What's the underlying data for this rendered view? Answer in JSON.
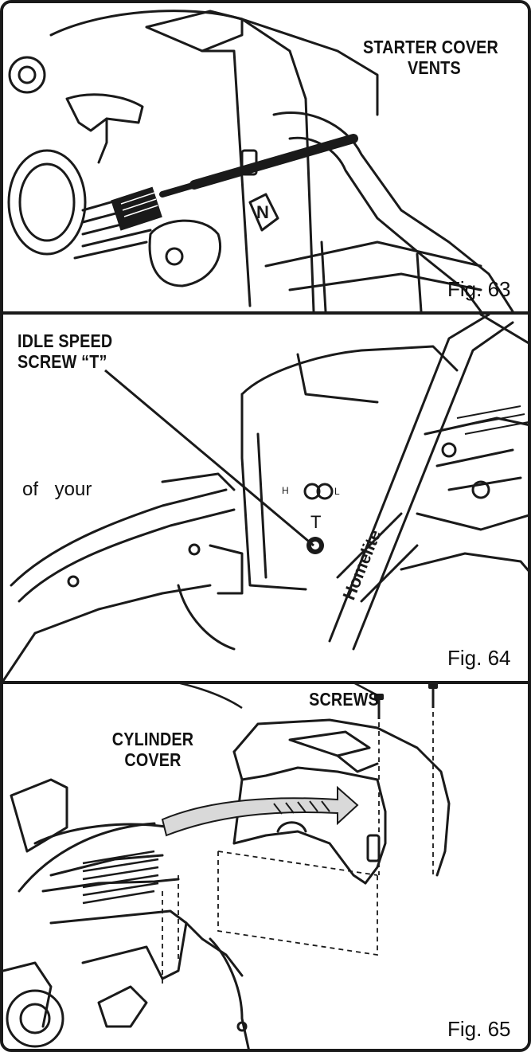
{
  "figures": [
    {
      "id": "fig63",
      "label": "Fig. 63",
      "callouts": [
        "STARTER COVER",
        "VENTS"
      ]
    },
    {
      "id": "fig64",
      "label": "Fig. 64",
      "callouts": [
        "IDLE SPEED",
        "SCREW “T”"
      ],
      "body_text": "of your",
      "marking_t": "T",
      "brand_mark": "Homelite"
    },
    {
      "id": "fig65",
      "label": "Fig. 65",
      "callouts": [
        "SCREWS",
        "CYLINDER",
        "COVER"
      ]
    }
  ],
  "colors": {
    "ink": "#1a1a1a",
    "background": "#ffffff",
    "shade": "#d9d9d9"
  }
}
